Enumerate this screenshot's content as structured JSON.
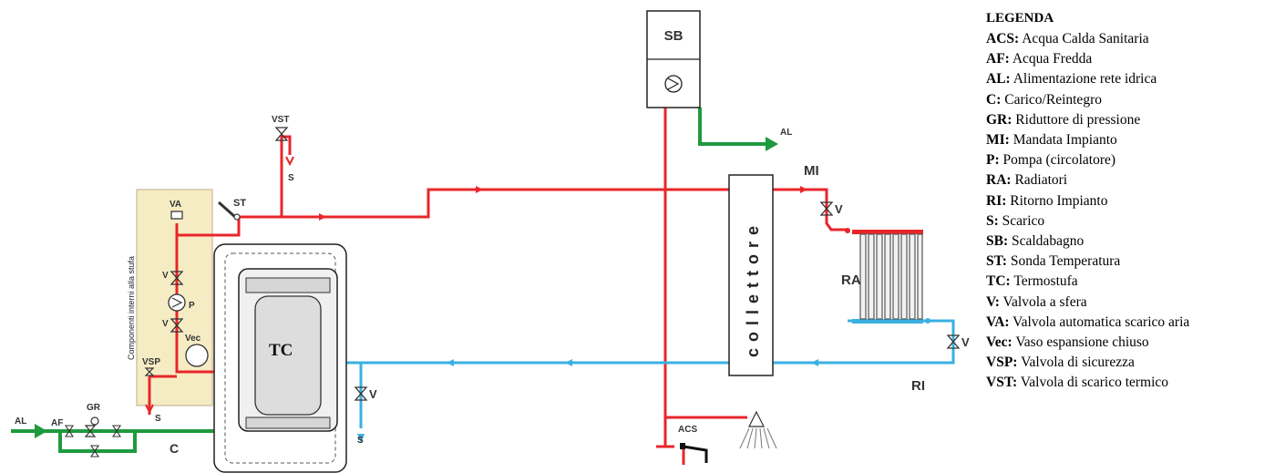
{
  "legend": {
    "title": "LEGENDA",
    "items": [
      {
        "code": "ACS:",
        "desc": "Acqua Calda Sanitaria"
      },
      {
        "code": "AF:",
        "desc": "Acqua Fredda"
      },
      {
        "code": "AL:",
        "desc": "Alimentazione rete idrica"
      },
      {
        "code": "C:",
        "desc": "Carico/Reintegro"
      },
      {
        "code": "GR:",
        "desc": "Riduttore di pressione"
      },
      {
        "code": "MI:",
        "desc": "Mandata Impianto"
      },
      {
        "code": "P:",
        "desc": "Pompa (circolatore)"
      },
      {
        "code": "RA:",
        "desc": "Radiatori"
      },
      {
        "code": "RI:",
        "desc": "Ritorno Impianto"
      },
      {
        "code": "S:",
        "desc": "Scarico"
      },
      {
        "code": "SB:",
        "desc": "Scaldabagno"
      },
      {
        "code": "ST:",
        "desc": "Sonda Temperatura"
      },
      {
        "code": "TC:",
        "desc": "Termostufa"
      },
      {
        "code": "V:",
        "desc": "Valvola a sfera"
      },
      {
        "code": "VA:",
        "desc": "Valvola automatica scarico aria"
      },
      {
        "code": "Vec:",
        "desc": "Vaso espansione chiuso"
      },
      {
        "code": "VSP:",
        "desc": "Valvola di sicurezza"
      },
      {
        "code": "VST:",
        "desc": "Valvola di scarico termico"
      }
    ]
  },
  "labels": {
    "sb": "SB",
    "al_top": "AL",
    "mi": "MI",
    "ra": "RA",
    "ri": "RI",
    "collettore": "collettore",
    "vst": "VST",
    "s_vst": "S",
    "st": "ST",
    "va": "VA",
    "v_upper": "V",
    "p": "P",
    "v_lower": "V",
    "vec": "Vec",
    "vsp": "VSP",
    "s_vsp": "S",
    "tc": "TC",
    "v_return": "V",
    "s_return": "S",
    "v_mi": "V",
    "v_ri": "V",
    "acs": "ACS",
    "al_left": "AL",
    "af": "AF",
    "gr": "GR",
    "c": "C",
    "panel_title": "Componenti interni alla stufa"
  },
  "colors": {
    "hot": "#e8262a",
    "cold": "#3ab0e2",
    "supply": "#1f9a3f",
    "panel": "#f6ecc4",
    "outline": "#222222"
  }
}
